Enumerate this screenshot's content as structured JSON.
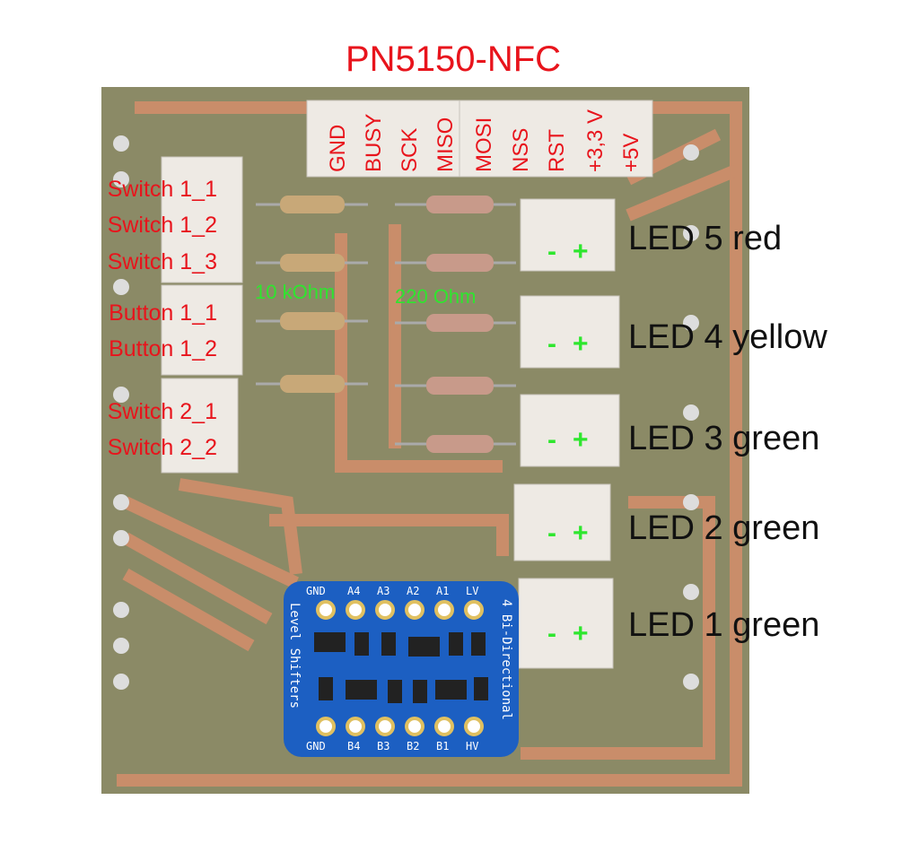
{
  "title": "PN5150-NFC",
  "header_pins": [
    "GND",
    "BUSY",
    "SCK",
    "MISO",
    "MOSI",
    "NSS",
    "RST",
    "+3,3 V",
    "+5V"
  ],
  "side_labels": [
    "Switch 1_1",
    "Switch 1_2",
    "Switch 1_3",
    "Button 1_1",
    "Button 1_2",
    "Switch 2_1",
    "Switch 2_2"
  ],
  "resistor_labels": {
    "pullup": "10 kOhm",
    "led": "220 Ohm"
  },
  "leds": [
    "LED 5 red",
    "LED 4 yellow",
    "LED 3 green",
    "LED 2 green",
    "LED 1 green"
  ],
  "led_polarity": {
    "minus": "-",
    "plus": "+"
  },
  "level_shifter": {
    "top_pins": [
      "GND",
      "A4",
      "A3",
      "A2",
      "A1",
      "LV"
    ],
    "bottom_pins": [
      "GND",
      "B4",
      "B3",
      "B2",
      "B1",
      "HV"
    ],
    "left_text": "Level Shifters",
    "right_text": "4 Bi-Directional"
  },
  "colors": {
    "label_red": "#e8141c",
    "label_green": "#2ee62e",
    "pcb": "#8b8a66",
    "copper": "#c98d6a",
    "shifter": "#1c5fc2"
  }
}
